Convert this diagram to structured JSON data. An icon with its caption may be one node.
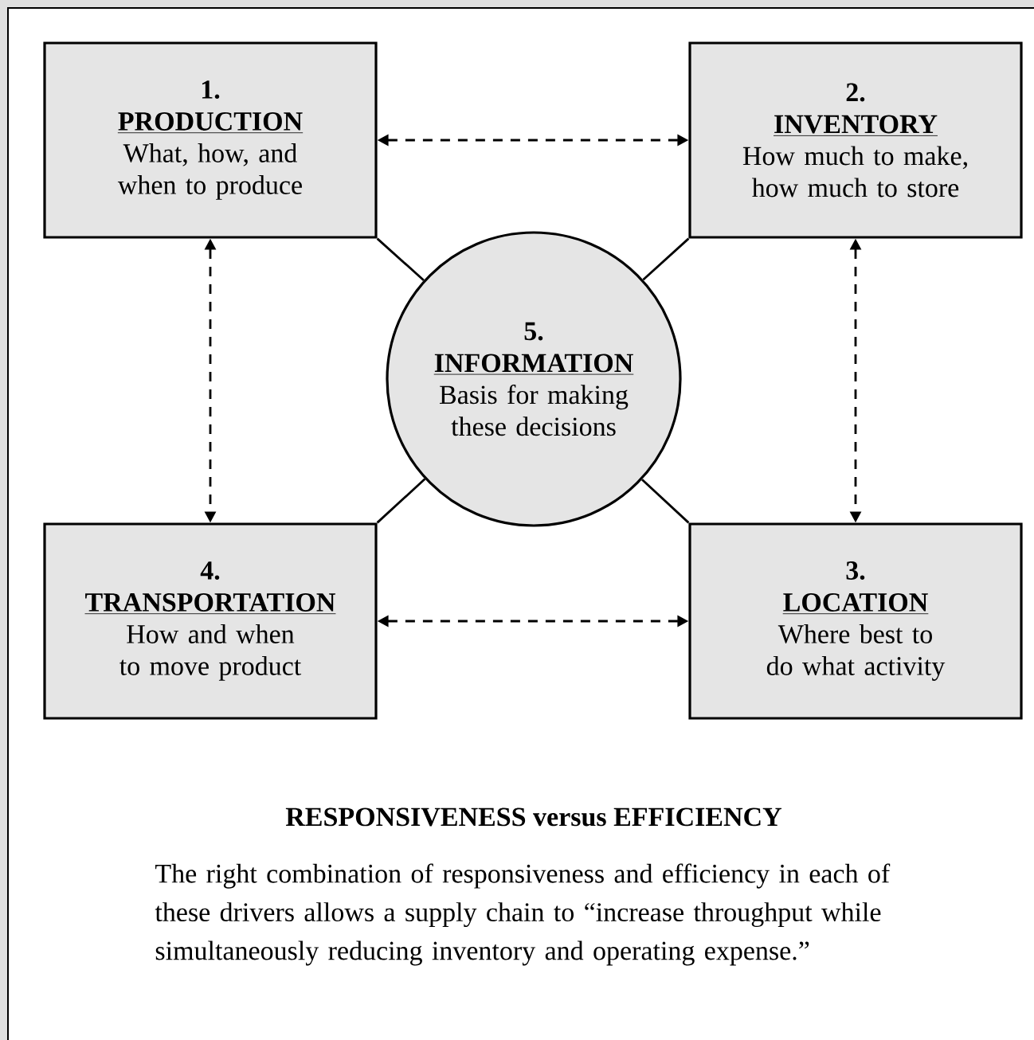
{
  "diagram": {
    "nodes": [
      {
        "text": [
          "1.",
          "PRODUCTION",
          "What, how, and when to produce"
        ]
      },
      {
        "text": [
          "2.",
          "INVENTORY",
          "How much to make, how much to store"
        ]
      },
      {
        "text": [
          "5.",
          "INFORMATION",
          "Basis for making these decisions"
        ]
      },
      {
        "text": [
          "4.",
          "TRANSPORTATION",
          "How and when to move product"
        ]
      },
      {
        "text": [
          "3.",
          "LOCATION",
          "Where best to do what activity"
        ]
      }
    ],
    "edges": [
      {
        "from": 0,
        "to": 1,
        "arrow": "both",
        "style": "dashed"
      },
      {
        "from": 0,
        "to": 3,
        "arrow": "both",
        "style": "dashed"
      },
      {
        "from": 1,
        "to": 4,
        "arrow": "both",
        "style": "dashed"
      },
      {
        "from": 3,
        "to": 4,
        "arrow": "both",
        "style": "dashed"
      },
      {
        "from": 2,
        "to": 0,
        "arrow": "none"
      },
      {
        "from": 2,
        "to": 1,
        "arrow": "none"
      },
      {
        "from": 2,
        "to": 3,
        "arrow": "none"
      },
      {
        "from": 2,
        "to": 4,
        "arrow": "none"
      }
    ],
    "labels": [
      "RESPONSIVENESS versus EFFICIENCY",
      "The right combination of responsiveness and efficiency in each of these drivers allows a supply chain to “increase throughput while simultaneously reducing inventory and operating expense.”"
    ]
  }
}
